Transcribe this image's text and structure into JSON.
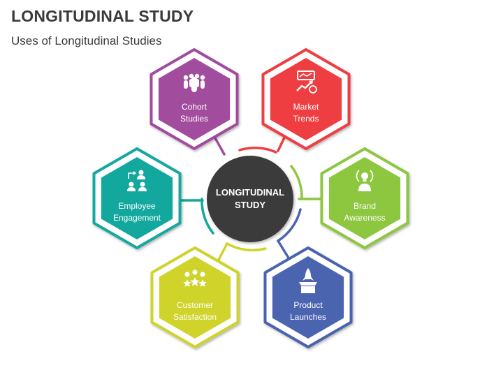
{
  "title": "LONGITUDINAL STUDY",
  "subtitle": "Uses of Longitudinal Studies",
  "center": {
    "line1": "LONGITUDINAL",
    "line2": "STUDY",
    "color": "#3b3b3b"
  },
  "items": [
    {
      "line1": "Cohort",
      "line2": "Studies",
      "color": "#a24c9e",
      "icon": "group-of-people-icon"
    },
    {
      "line1": "Market",
      "line2": "Trends",
      "color": "#ef3e42",
      "icon": "market-trend-chart-icon"
    },
    {
      "line1": "Brand",
      "line2": "Awareness",
      "color": "#8dc63f",
      "icon": "person-with-idea-bulb-icon"
    },
    {
      "line1": "Product",
      "line2": "Launches",
      "color": "#4a64b0",
      "icon": "rocket-launch-box-icon"
    },
    {
      "line1": "Customer",
      "line2": "Satisfaction",
      "color": "#cfd32a",
      "icon": "people-with-stars-icon"
    },
    {
      "line1": "Employee",
      "line2": "Engagement",
      "color": "#13a89e",
      "icon": "employee-exchange-icon"
    }
  ]
}
